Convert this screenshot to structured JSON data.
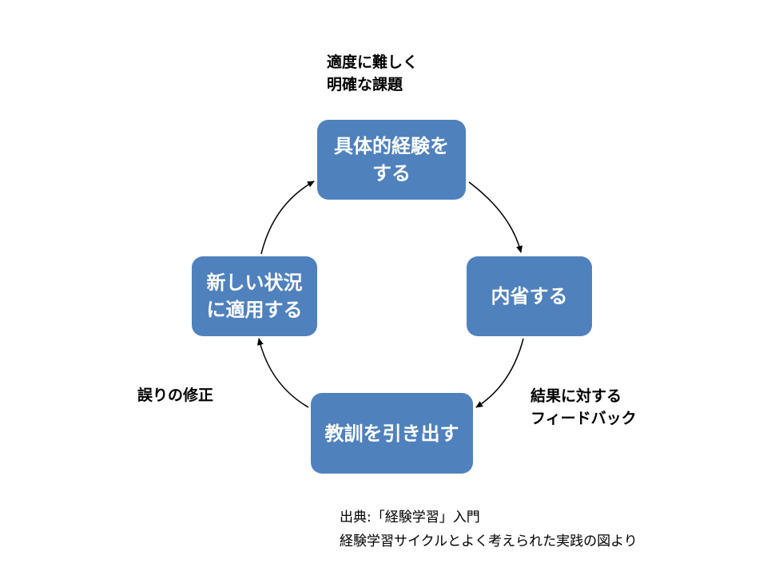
{
  "cycle": {
    "experience": [
      "具体的経験を",
      "する"
    ],
    "reflect": [
      "内省する"
    ],
    "lessons": [
      "教訓を引き出す"
    ],
    "apply": [
      "新しい状況",
      "に適用する"
    ]
  },
  "annotations": {
    "task": [
      "適度に難しく",
      "明確な課題"
    ],
    "feedback": [
      "結果に対する",
      "フィードバック"
    ],
    "correction": [
      "誤りの修正"
    ]
  },
  "source": {
    "line1": "出典:「経験学習」入門",
    "line2": "経験学習サイクルとよく考えられた実践の図より"
  },
  "colors": {
    "node_fill": "#4f81bd",
    "node_text": "#ffffff",
    "arrow": "#000000"
  }
}
